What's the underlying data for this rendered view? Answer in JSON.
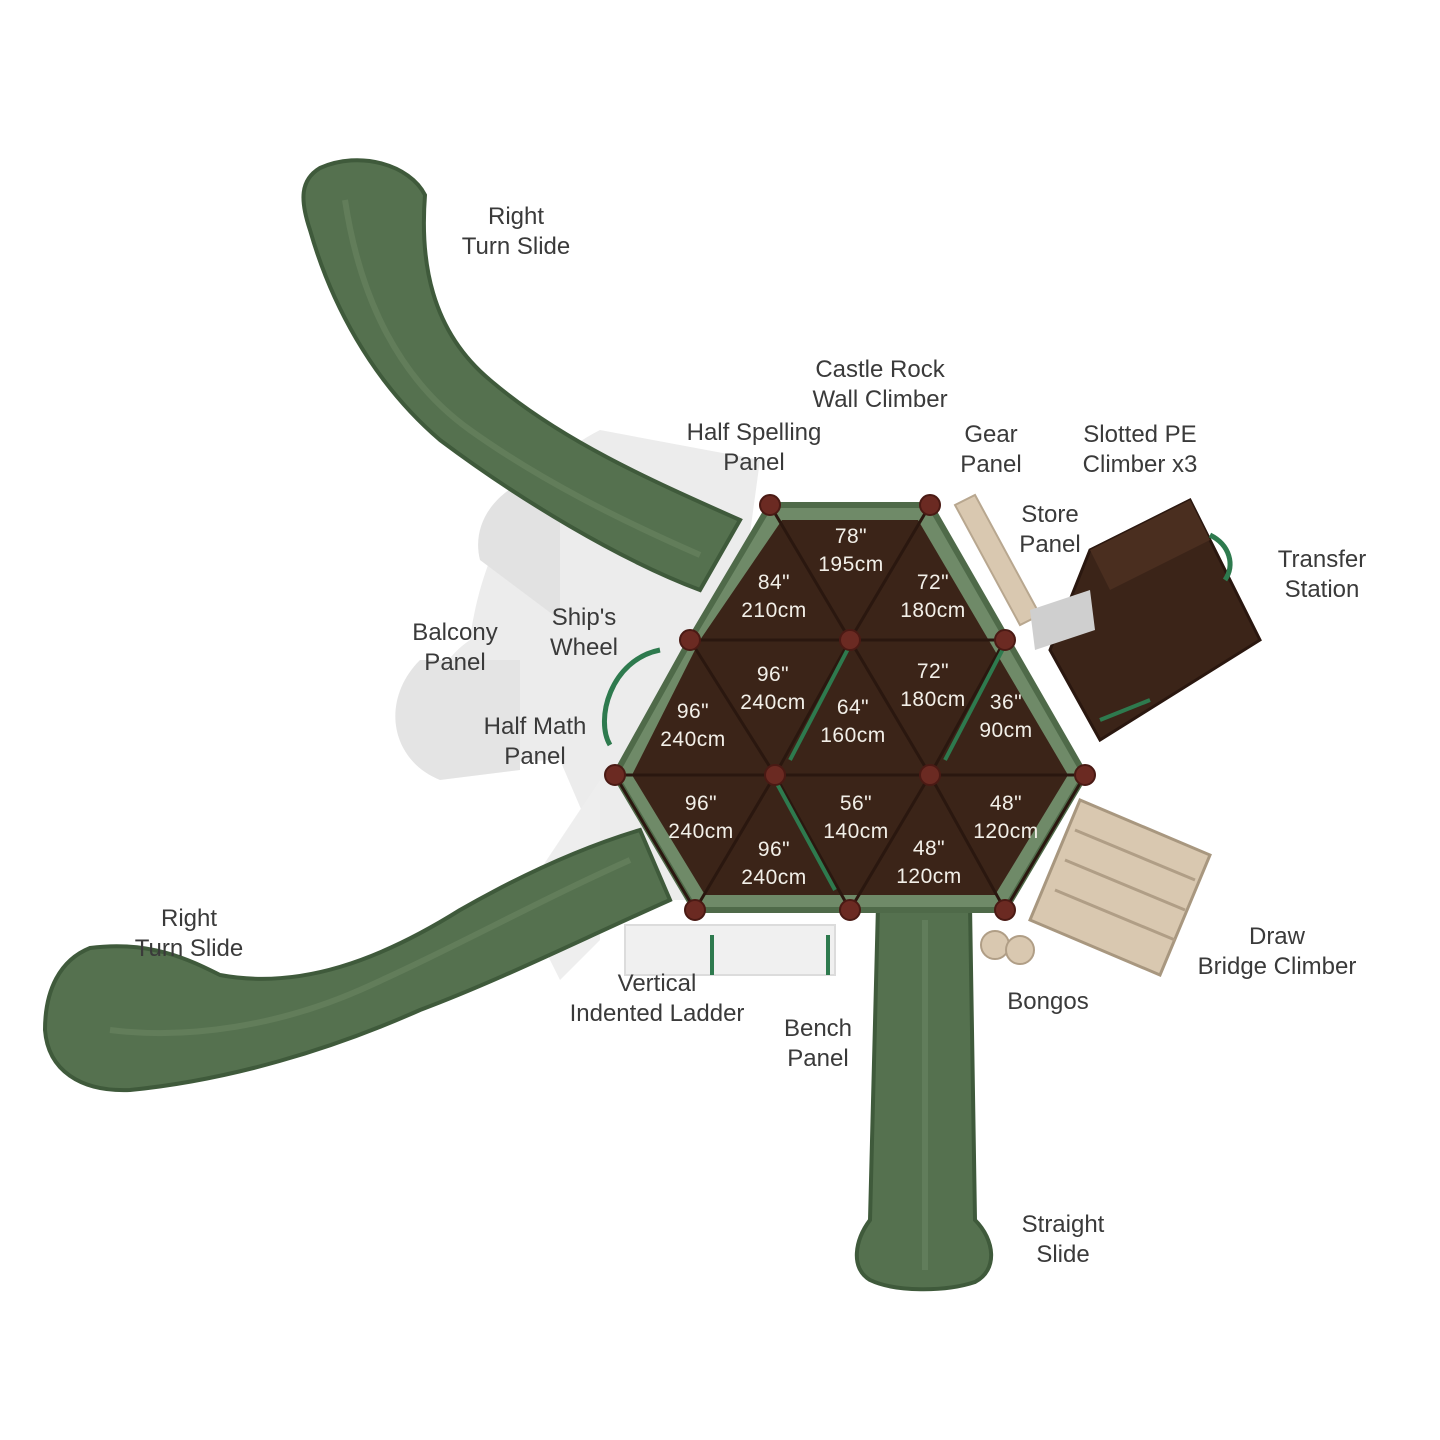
{
  "colors": {
    "slide_green": "#55714f",
    "slide_edge": "#3f5a3b",
    "panel_green": "#6f8a68",
    "deck_brown": "#3b2418",
    "deck_dark": "#2a170f",
    "post_red": "#6b2a22",
    "tan": "#d9c8b0",
    "shadow": "#e8e8e8"
  },
  "labels": {
    "right_turn_slide_top": [
      "Right",
      "Turn Slide"
    ],
    "castle_rock": [
      "Castle Rock",
      "Wall Climber"
    ],
    "half_spelling": [
      "Half Spelling",
      "Panel"
    ],
    "gear_panel": [
      "Gear",
      "Panel"
    ],
    "slotted_pe": [
      "Slotted PE",
      "Climber x3"
    ],
    "store_panel": [
      "Store",
      "Panel"
    ],
    "transfer_station": [
      "Transfer",
      "Station"
    ],
    "ships_wheel": [
      "Ship's",
      "Wheel"
    ],
    "balcony_panel": [
      "Balcony",
      "Panel"
    ],
    "half_math": [
      "Half Math",
      "Panel"
    ],
    "right_turn_slide_bottom": [
      "Right",
      "Turn Slide"
    ],
    "vertical_ladder": [
      "Vertical",
      "Indented Ladder"
    ],
    "bench_panel": [
      "Bench",
      "Panel"
    ],
    "bongos": [
      "Bongos"
    ],
    "draw_bridge": [
      "Draw",
      "Bridge Climber"
    ],
    "straight_slide": [
      "Straight",
      "Slide"
    ]
  },
  "decks": [
    {
      "in": "78\"",
      "cm": "195cm"
    },
    {
      "in": "84\"",
      "cm": "210cm"
    },
    {
      "in": "72\"",
      "cm": "180cm"
    },
    {
      "in": "96\"",
      "cm": "240cm"
    },
    {
      "in": "96\"",
      "cm": "240cm"
    },
    {
      "in": "64\"",
      "cm": "160cm"
    },
    {
      "in": "72\"",
      "cm": "180cm"
    },
    {
      "in": "36\"",
      "cm": "90cm"
    },
    {
      "in": "96\"",
      "cm": "240cm"
    },
    {
      "in": "96\"",
      "cm": "240cm"
    },
    {
      "in": "56\"",
      "cm": "140cm"
    },
    {
      "in": "48\"",
      "cm": "120cm"
    },
    {
      "in": "48\"",
      "cm": "120cm"
    }
  ]
}
